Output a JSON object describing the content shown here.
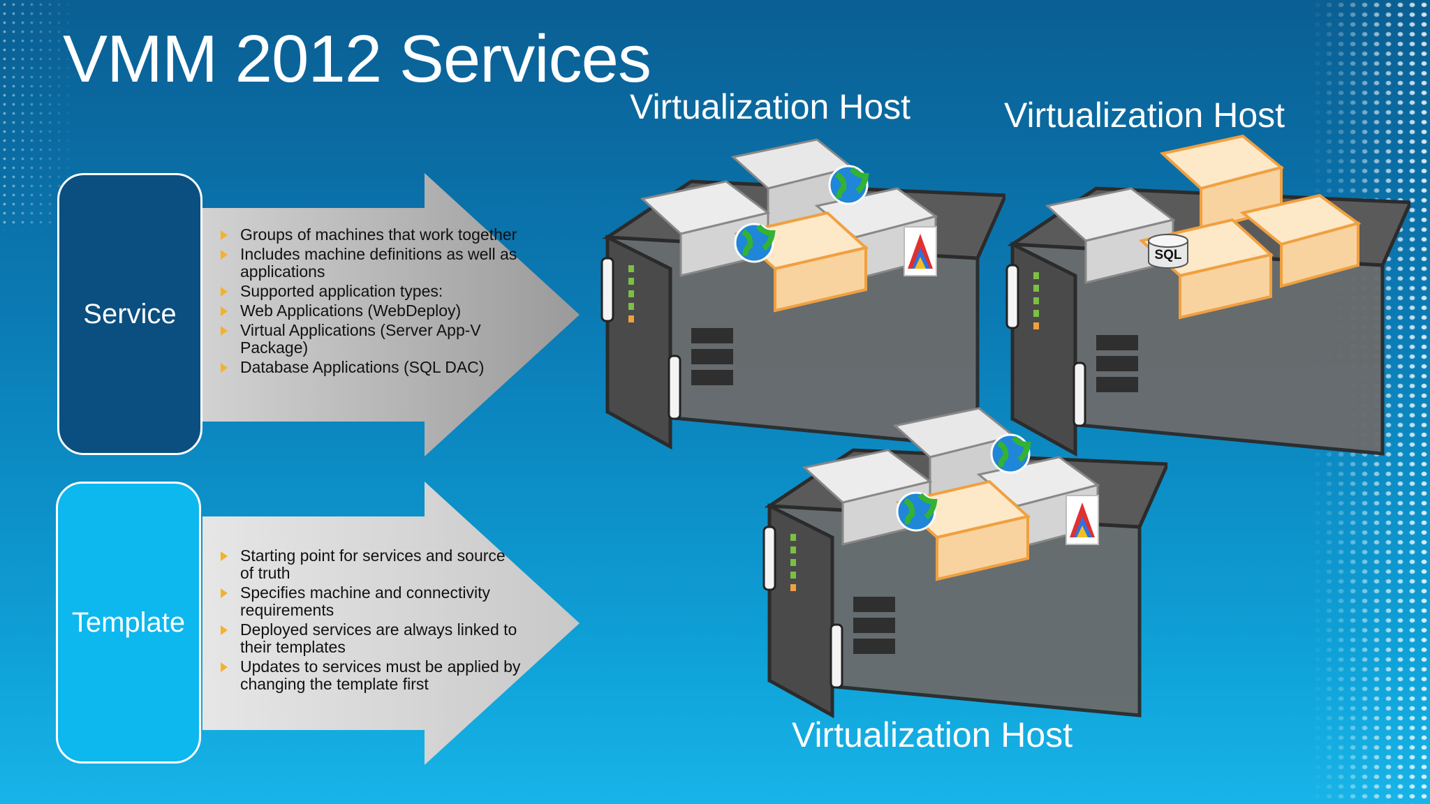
{
  "slide": {
    "title": "VMM 2012 Services"
  },
  "service": {
    "label": "Service",
    "bullets": [
      "Groups of machines that work together",
      "Includes machine definitions as well as applications",
      "Supported application types:",
      "Web Applications (WebDeploy)",
      "Virtual Applications (Server App-V Package)",
      "Database Applications (SQL DAC)"
    ]
  },
  "template": {
    "label": "Template",
    "bullets": [
      "Starting point for services and source of truth",
      "Specifies machine and connectivity requirements",
      "Deployed services are always linked to their templates",
      "Updates to services must be applied by changing the template first"
    ]
  },
  "hosts": [
    {
      "label": "Virtualization Host",
      "icons": [
        "globe-icon",
        "globe-icon",
        "app-v-package-icon"
      ]
    },
    {
      "label": "Virtualization Host",
      "icons": [
        "sql-database-icon"
      ],
      "sql_text": "SQL"
    },
    {
      "label": "Virtualization Host",
      "icons": [
        "globe-icon",
        "globe-icon",
        "app-v-package-icon"
      ]
    }
  ],
  "colors": {
    "service_box": "#0a4f80",
    "template_box": "#0cb8ee",
    "bullet": "#f3b22b",
    "vm_orange": "#f0a040"
  }
}
